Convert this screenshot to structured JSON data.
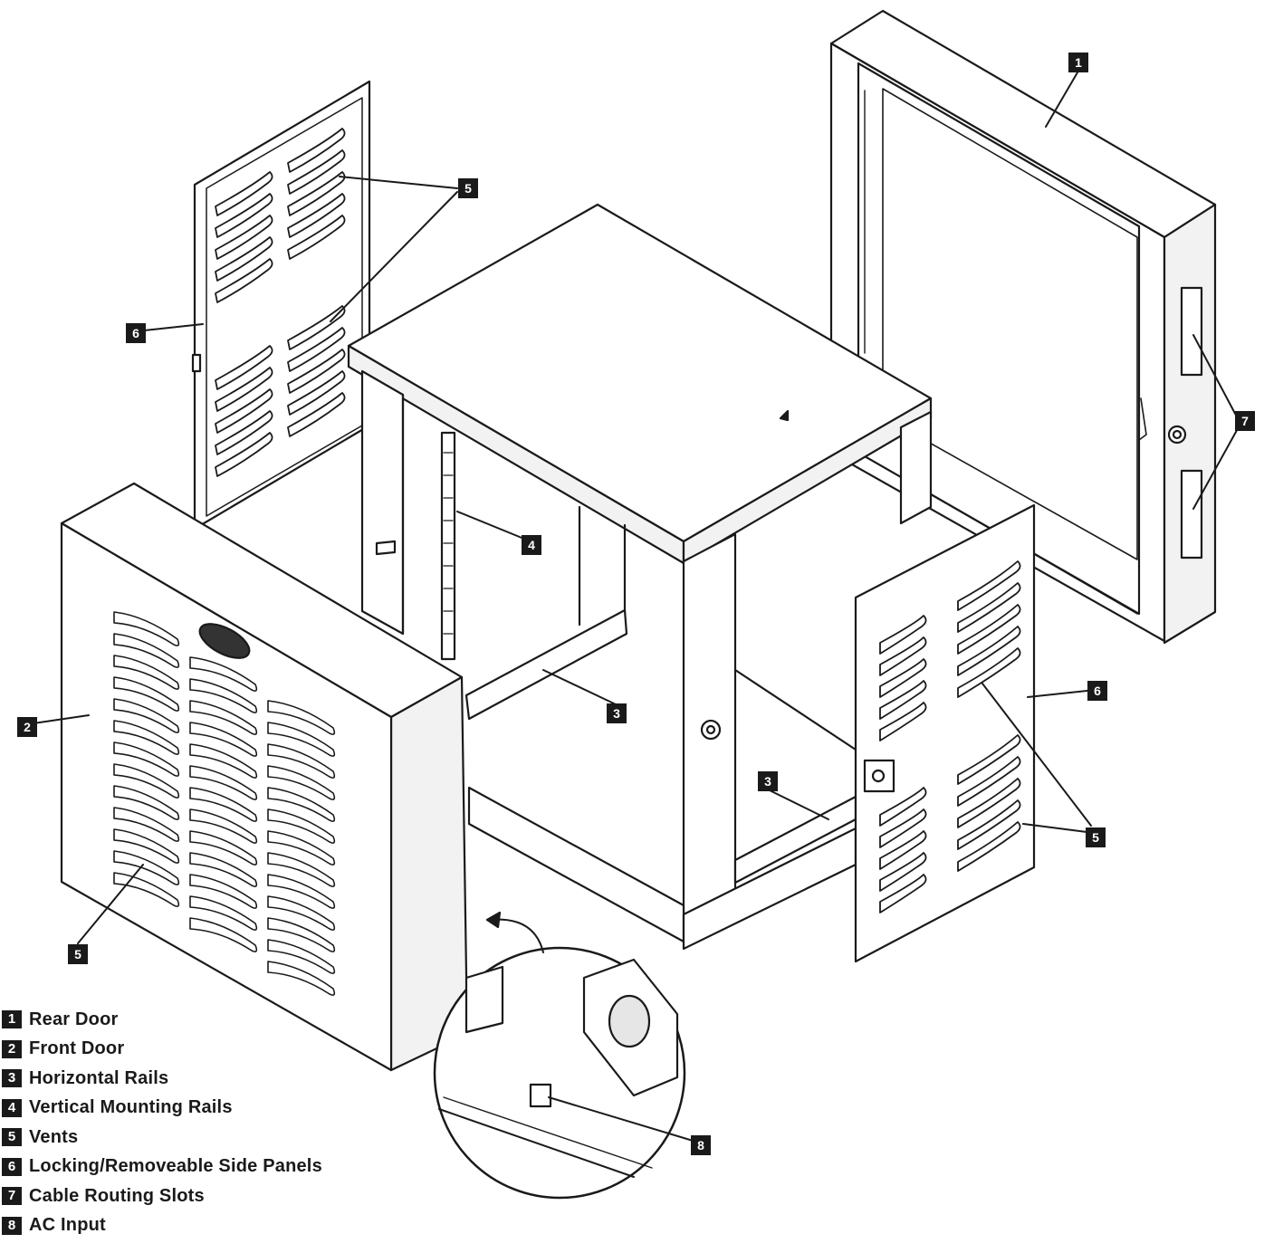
{
  "legend": [
    {
      "num": "1",
      "label": "Rear Door"
    },
    {
      "num": "2",
      "label": "Front Door"
    },
    {
      "num": "3",
      "label": "Horizontal Rails"
    },
    {
      "num": "4",
      "label": "Vertical Mounting Rails"
    },
    {
      "num": "5",
      "label": "Vents"
    },
    {
      "num": "6",
      "label": "Locking/Removeable Side Panels"
    },
    {
      "num": "7",
      "label": "Cable Routing Slots"
    },
    {
      "num": "8",
      "label": "AC Input"
    }
  ],
  "callouts": {
    "rear_door": "1",
    "front_door": "2",
    "rail_left": "3",
    "rail_right": "3",
    "vertical_rail": "4",
    "vents_top_left": "5",
    "vents_front": "5",
    "vents_right": "5",
    "panel_left": "6",
    "panel_right": "6",
    "cable_slots": "7",
    "ac_input": "8"
  },
  "colors": {
    "ink": "#1a1a1a",
    "paper": "#ffffff",
    "shade": "#e6e6e6"
  }
}
